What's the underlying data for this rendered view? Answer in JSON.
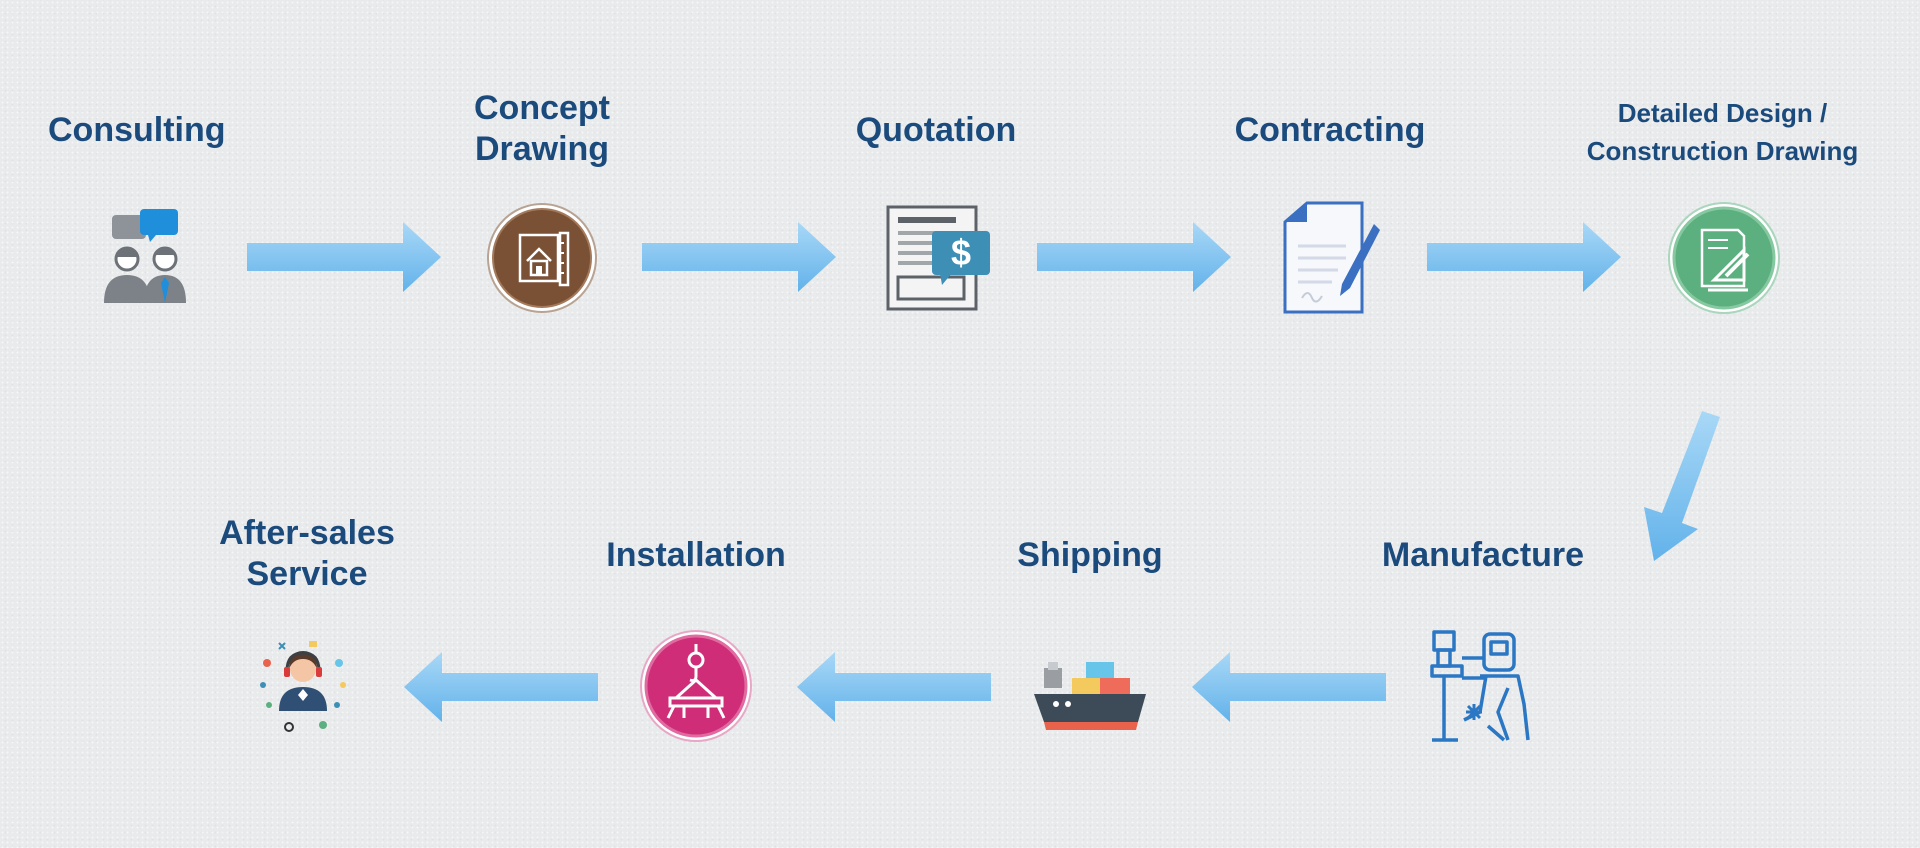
{
  "steps": {
    "consulting": {
      "title": "Consulting"
    },
    "concept": {
      "line1": "Concept",
      "line2": "Drawing"
    },
    "quotation": {
      "title": "Quotation",
      "icon_symbol": "$"
    },
    "contracting": {
      "title": "Contracting"
    },
    "detailed": {
      "line1": "Detailed Design /",
      "line2": "Construction Drawing"
    },
    "manufacture": {
      "title": "Manufacture"
    },
    "shipping": {
      "title": "Shipping"
    },
    "installation": {
      "title": "Installation"
    },
    "aftersales": {
      "line1": "After-sales",
      "line2": "Service"
    }
  },
  "icons": {
    "consulting": "consultation-people-icon",
    "concept": "blueprint-house-icon",
    "quotation": "price-quote-document-icon",
    "contracting": "contract-signing-icon",
    "detailed": "technical-drawing-icon",
    "manufacture": "welder-worker-icon",
    "shipping": "cargo-ship-icon",
    "installation": "crane-hook-icon",
    "aftersales": "customer-support-agent-icon"
  },
  "colors": {
    "text": "#1b4a7c",
    "arrow": "#7cc0ef",
    "concept_circle": "#7b5136",
    "quotation_badge": "#3d8fb5",
    "contracting_blue": "#3a6fc1",
    "detailed_circle": "#5caf7f",
    "manufacture_blue": "#2b77c4",
    "installation_circle": "#cf2d78"
  }
}
